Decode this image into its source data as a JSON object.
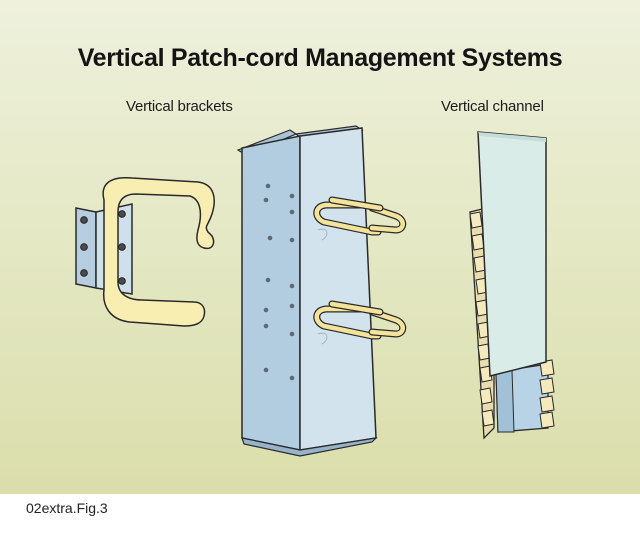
{
  "figure": {
    "title": "Vertical Patch-cord Management Systems",
    "labels": {
      "brackets": "Vertical brackets",
      "channel": "Vertical channel"
    },
    "caption": "02extra.Fig.3"
  },
  "colors": {
    "background_top": "#eef1dc",
    "background_bottom": "#d9dca6",
    "bracket_fill": "#f8eeb2",
    "panel_blue": "#b3cde0",
    "panel_blue_light": "#d2e3ee",
    "channel_face": "#d9ece8",
    "outline": "#2a2a2a"
  }
}
